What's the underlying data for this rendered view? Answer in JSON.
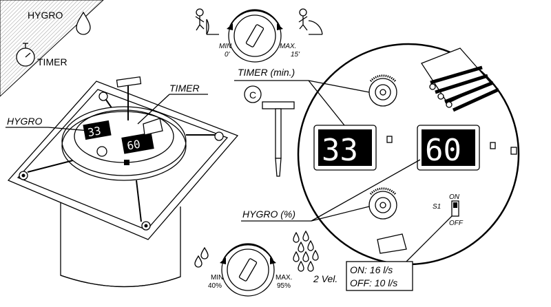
{
  "corner": {
    "hygro_label": "HYGRO",
    "timer_label": "TIMER"
  },
  "timer_dial": {
    "min_label": "MIN",
    "min_value": "0'",
    "max_label": "MAX.",
    "max_value": "15'"
  },
  "hygro_dial": {
    "min_label": "MIN",
    "min_value": "40%",
    "max_label": "MAX.",
    "max_value": "95%"
  },
  "fan_labels": {
    "timer": "TIMER",
    "hygro": "HYGRO"
  },
  "callouts": {
    "timer_min": "TIMER (min.)",
    "hygro_pct": "HYGRO (%)",
    "c_symbol": "C"
  },
  "displays": {
    "left_value": "33",
    "right_value": "60",
    "small_left": "33",
    "small_right": "60"
  },
  "switch": {
    "name": "S1",
    "on_label": "ON",
    "off_label": "OFF"
  },
  "speed": {
    "label": "2 Vel.",
    "on_line": "ON: 16 l/s",
    "off_line": "OFF: 10 l/s"
  }
}
